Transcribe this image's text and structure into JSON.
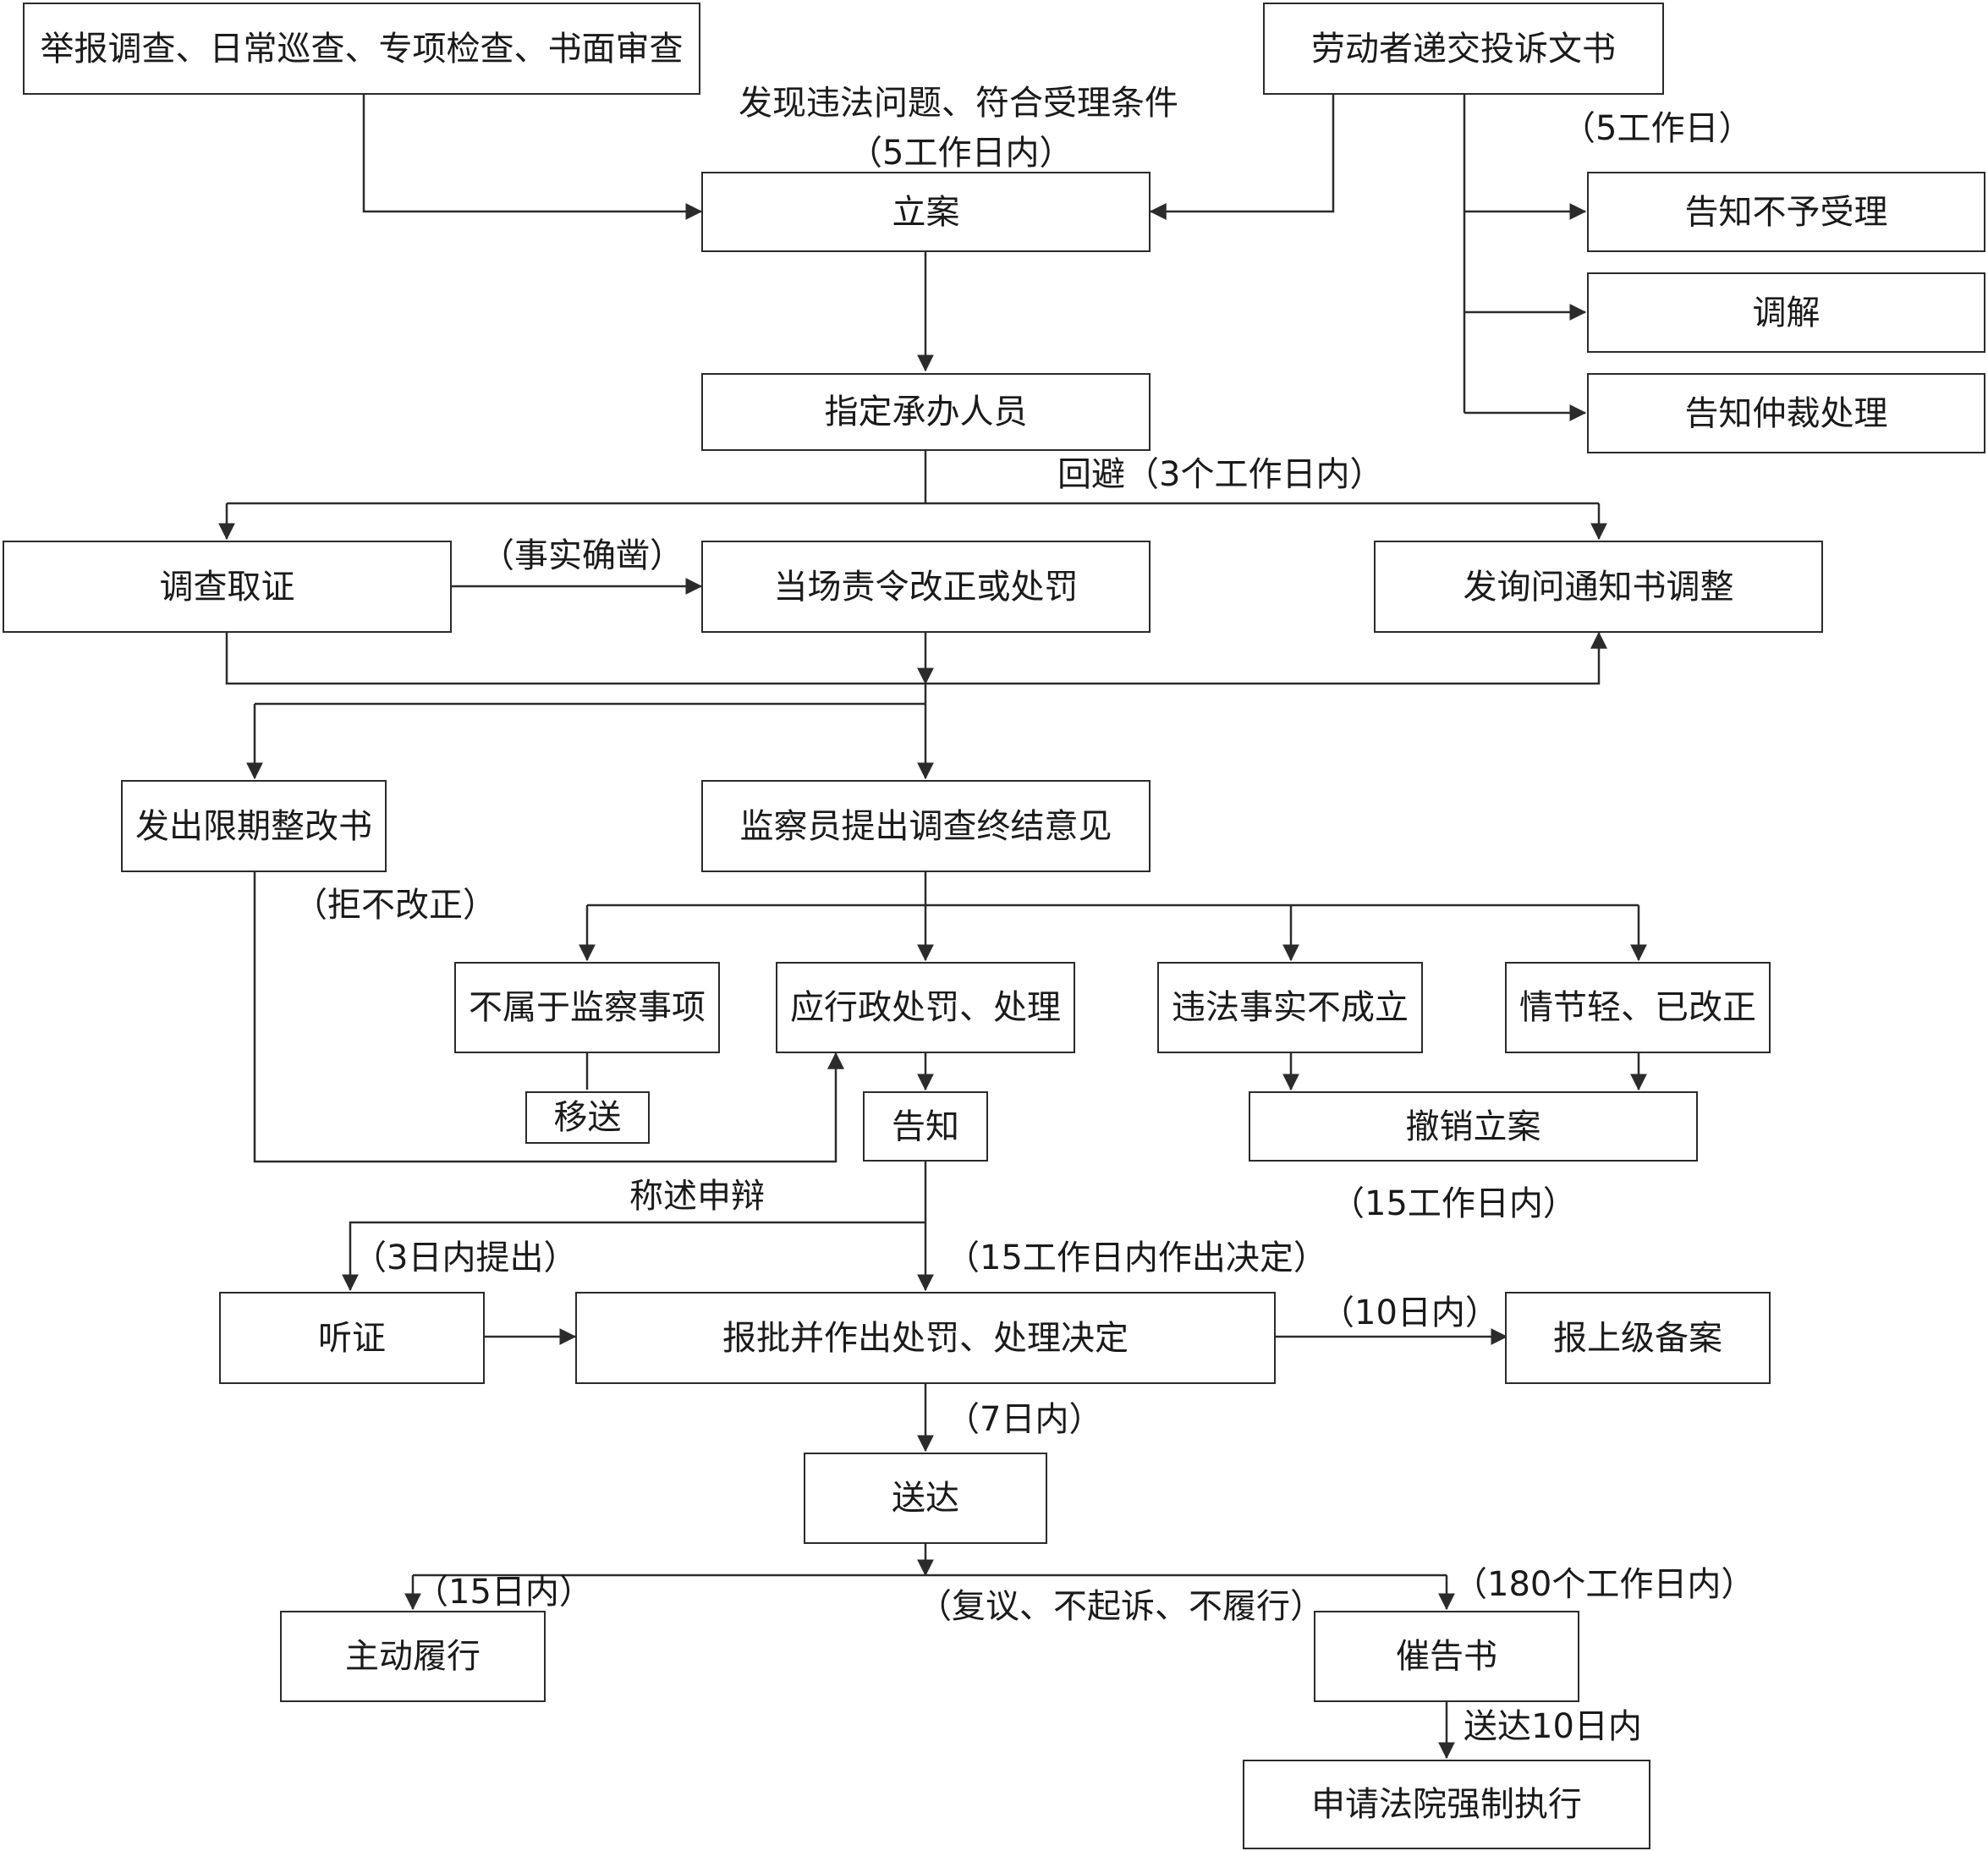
{
  "nodes": {
    "report_inspect": "举报调查、日常巡查、专项检查、书面审查",
    "complaint": "劳动者递交投诉文书",
    "file_case": "立案",
    "reject": "告知不予受理",
    "mediate": "调解",
    "arbitration": "告知仲裁处理",
    "assign": "指定承办人员",
    "investigate": "调查取证",
    "onsite": "当场责令改正或处罚",
    "inquiry_notice": "发询问通知书调整",
    "rectify_notice": "发出限期整改书",
    "conclusion": "监察员提出调查终结意见",
    "not_scope": "不属于监察事项",
    "penalty": "应行政处罚、处理",
    "not_established": "违法事实不成立",
    "minor": "情节轻、已改正",
    "transfer": "移送",
    "inform": "告知",
    "revoke": "撤销立案",
    "hearing": "听证",
    "decision": "报批并作出处罚、处理决定",
    "report_superior": "报上级备案",
    "deliver": "送达",
    "voluntary": "主动履行",
    "urge": "催告书",
    "court": "申请法院强制执行"
  },
  "labels": {
    "found_violation": "发现违法问题、符合受理条件",
    "five_workdays_in": "（5工作日内）",
    "five_workdays": "（5工作日）",
    "avoid": "回避（3个工作日内）",
    "facts_clear": "（事实确凿）",
    "refuse_rectify": "（拒不改正）",
    "fifteen_workdays": "（15工作日内）",
    "defense": "称述申辩",
    "three_days": "（3日内提出）",
    "fifteen_decision": "（15工作日内作出决定）",
    "ten_days": "（10日内）",
    "seven_days": "（7日内）",
    "fifteen_days": "（15日内）",
    "reconsider": "（复议、不起诉、不履行）",
    "one_eighty": "（180个工作日内）",
    "deliver_ten": "送达10日内"
  }
}
